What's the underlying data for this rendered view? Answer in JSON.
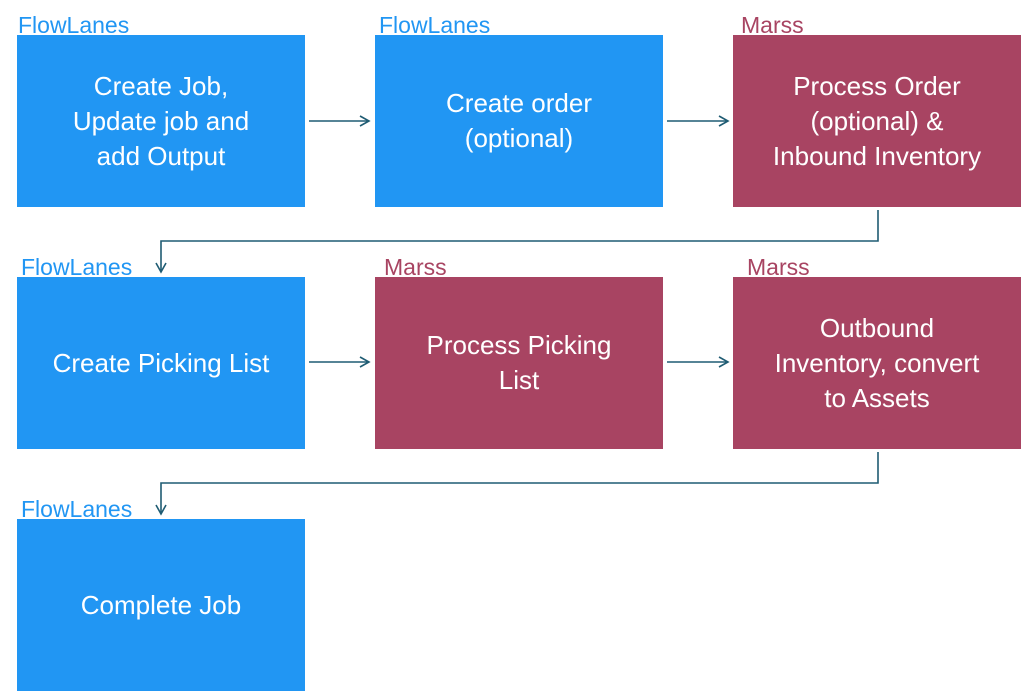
{
  "colors": {
    "flowlanes_box": "#2196F3",
    "marss_box": "#A84462",
    "flowlanes_label": "#2196F3",
    "marss_label": "#A84462",
    "arrow": "#1F5C73"
  },
  "steps": [
    {
      "system": "FlowLanes",
      "lines": [
        "Create Job,",
        "Update job and",
        "add Output"
      ]
    },
    {
      "system": "FlowLanes",
      "lines": [
        "Create order",
        "(optional)"
      ]
    },
    {
      "system": "Marss",
      "lines": [
        "Process Order",
        "(optional)  &",
        "Inbound Inventory"
      ]
    },
    {
      "system": "FlowLanes",
      "lines": [
        "Create Picking List"
      ]
    },
    {
      "system": "Marss",
      "lines": [
        "Process Picking",
        "List"
      ]
    },
    {
      "system": "Marss",
      "lines": [
        "Outbound",
        "Inventory, convert",
        "to Assets"
      ]
    },
    {
      "system": "FlowLanes",
      "lines": [
        "Complete Job"
      ]
    }
  ]
}
